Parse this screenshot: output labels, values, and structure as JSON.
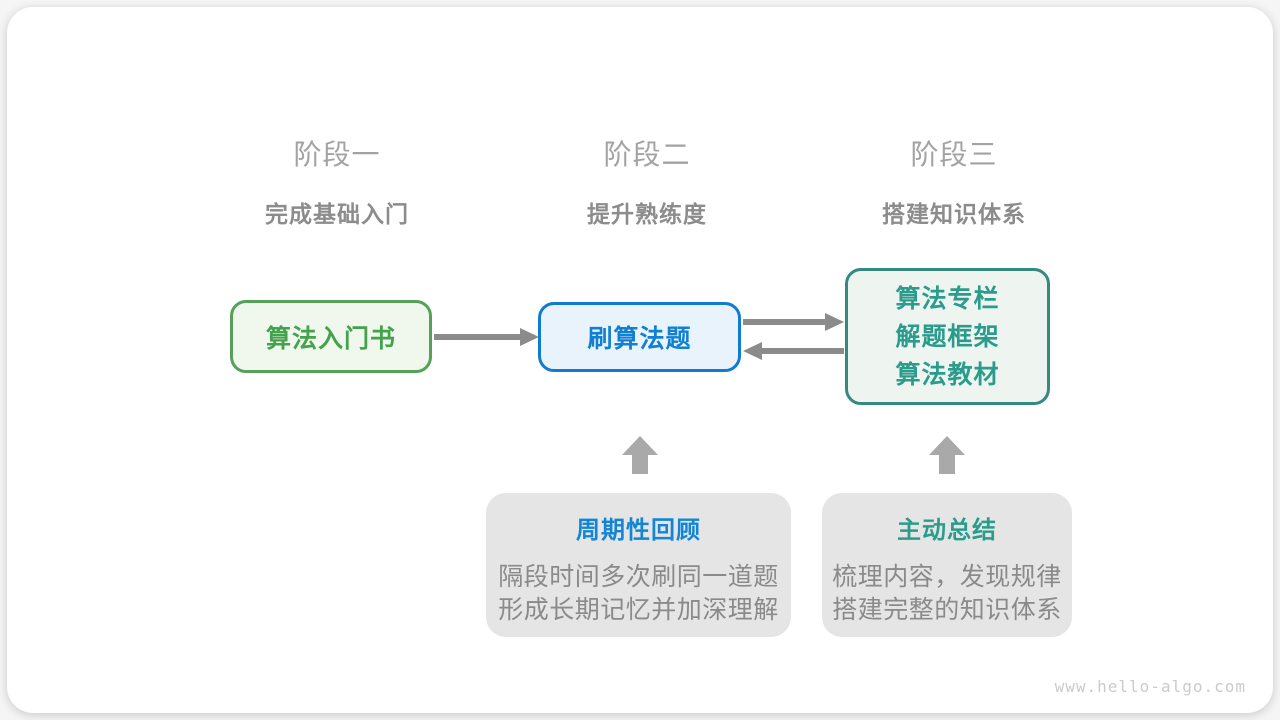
{
  "stages": [
    {
      "label": "阶段一",
      "subtitle": "完成基础入门"
    },
    {
      "label": "阶段二",
      "subtitle": "提升熟练度"
    },
    {
      "label": "阶段三",
      "subtitle": "搭建知识体系"
    }
  ],
  "flow": {
    "stage1_box": {
      "label": "算法入门书"
    },
    "stage2_box": {
      "label": "刷算法题"
    },
    "stage3_box": {
      "lines": [
        "算法专栏",
        "解题框架",
        "算法教材"
      ]
    }
  },
  "notes": [
    {
      "title": "周期性回顾",
      "body_lines": [
        "隔段时间多次刷同一道题",
        "形成长期记忆并加深理解"
      ]
    },
    {
      "title": "主动总结",
      "body_lines": [
        "梳理内容，发现规律",
        "搭建完整的知识体系"
      ]
    }
  ],
  "watermark": "www.hello-algo.com",
  "colors": {
    "stage1_border": "#55a158",
    "stage1_text": "#44a14c",
    "stage1_fill": "#f0f7ed",
    "stage2_border": "#137ad1",
    "stage2_text": "#1180d2",
    "stage2_fill": "#e9f3fc",
    "stage3_border": "#35897e",
    "stage3_text": "#2b9c8c",
    "stage3_fill": "#eef5f1",
    "connector_arrow": "#8b8b8b",
    "block_arrow": "#a9a9a9",
    "note_fill": "#e5e5e5",
    "note_body_text": "#8a8a8a",
    "stage_label_text": "#a3a3a3",
    "stage_subtitle_text": "#8c8c8c",
    "watermark_text": "#cbcbcb"
  }
}
